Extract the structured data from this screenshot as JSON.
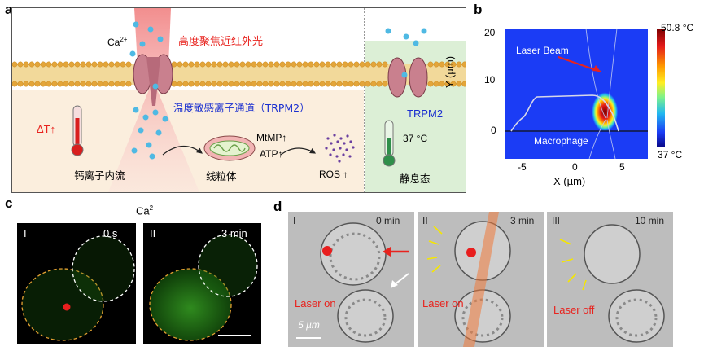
{
  "panels": {
    "a": {
      "letter": "a",
      "ca_label": "Ca2+",
      "ca_base": "Ca",
      "ca_sup": "2+",
      "nir_light": "高度聚焦近红外光",
      "channel": "温度敏感离子通道（TRPM2）",
      "delta_t": "ΔT↑",
      "mtmp": "MtMP↑",
      "atp": "ATP↑",
      "ros": "ROS ↑",
      "influx": "钙离子内流",
      "mito": "线粒体",
      "trpm2": "TRPM2",
      "temp": "37 °C",
      "resting": "静息态",
      "colors": {
        "membrane": "#e3b04a",
        "heat": "#e8231e",
        "channel_text": "#1a2fd0",
        "rest_bg": "#dcefd6",
        "cyto_bg": "#fbeedd"
      }
    },
    "b": {
      "letter": "b",
      "max_label": "50.8 °C",
      "min_label": "37 °C",
      "laser_beam": "Laser Beam",
      "macrophage": "Macrophage",
      "ylabel": "Y (µm)",
      "xlabel": "X (µm)",
      "yticks": [
        "20",
        "10",
        "0"
      ],
      "xticks": [
        "-5",
        "0",
        "5"
      ]
    },
    "c": {
      "letter": "c",
      "title_base": "Ca",
      "title_sup": "2+",
      "frames": [
        {
          "roman": "I",
          "time": "0 s"
        },
        {
          "roman": "II",
          "time": "3 min"
        }
      ]
    },
    "d": {
      "letter": "d",
      "frames": [
        {
          "roman": "I",
          "time": "0 min",
          "status": "Laser on"
        },
        {
          "roman": "II",
          "time": "3 min",
          "status": "Laser on"
        },
        {
          "roman": "III",
          "time": "10 min",
          "status": "Laser off"
        }
      ],
      "scalebar": "5 µm"
    }
  }
}
